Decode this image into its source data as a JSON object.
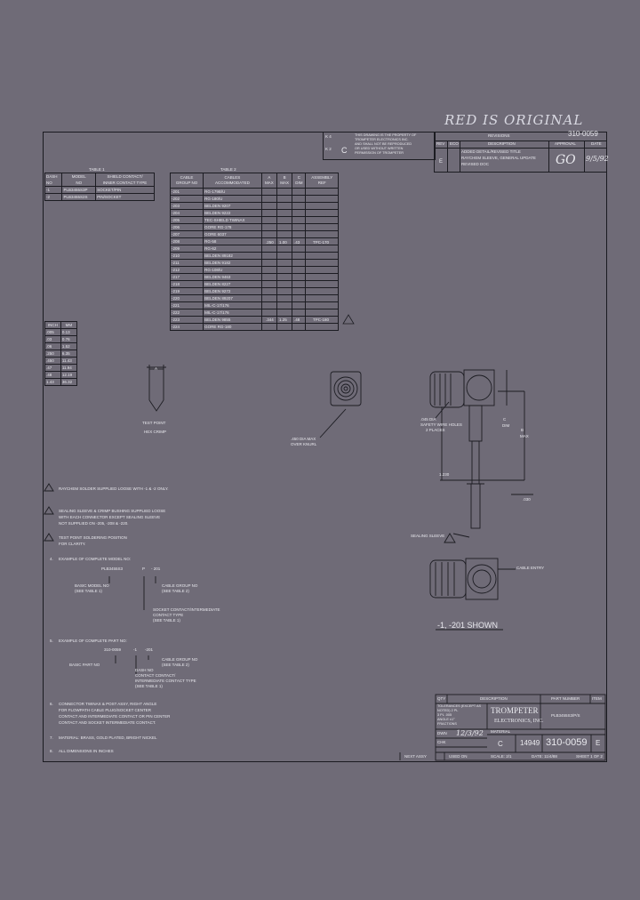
{
  "handwritten": {
    "note": "RED IS ORIGINAL",
    "initials": "GO",
    "date": "9/5/92"
  },
  "top_notes": {
    "rev_codes": [
      "K 4",
      "K 2"
    ],
    "text": [
      "THIS DRAWING IS THE PROPERTY OF",
      "TROMPETER ELECTRONICS INC.",
      "AND SHALL NOT BE REPRODUCED",
      "OR USED WITHOUT WRITTEN",
      "PERMISSION OF TROMPETER"
    ],
    "size_label": "C"
  },
  "revisions": {
    "title": "REVISIONS",
    "doc_number": "310-0059",
    "headers": [
      "REV",
      "ECO",
      "DESCRIPTION",
      "APPROVAL",
      "DATE"
    ],
    "rows": [
      {
        "rev": "E",
        "desc": [
          "ADDED DETAIL/REVISED TITLE",
          "RAYCHEM SLEEVE, GENERAL UPDATE",
          "REVISED DOC"
        ],
        "approval": "GO",
        "date": "9/5/92"
      }
    ]
  },
  "table1": {
    "title": "TABLE 1",
    "headers": [
      [
        "DASH",
        "NO"
      ],
      [
        "MODEL",
        "NO"
      ],
      [
        "SHIELD CONTACT/",
        "INNER CONTACT TYPE"
      ]
    ],
    "rows": [
      [
        "-1",
        "PLB3455S3P",
        "SOCKET/PIN"
      ],
      [
        "-2",
        "PLB3455S2S",
        "PIN/SOCKET"
      ]
    ]
  },
  "table2": {
    "title": "TABLE 2",
    "headers": [
      [
        "CABLE",
        "GROUP NO"
      ],
      [
        "CABLES",
        "ACCOMMODATED"
      ],
      [
        "A",
        "MAX"
      ],
      [
        "B",
        "MAX"
      ],
      [
        "C",
        "DIM"
      ],
      [
        "ASSEMBLY",
        "REF"
      ]
    ],
    "rows": [
      [
        "-201",
        "RG-179B/U",
        "",
        "",
        "",
        ""
      ],
      [
        "-202",
        "RG-180/U",
        "",
        "",
        "",
        ""
      ],
      [
        "-203",
        "BELDEN 9207",
        "",
        "",
        "",
        ""
      ],
      [
        "-204",
        "BELDEN 9222",
        "",
        "",
        "",
        ""
      ],
      [
        "-205",
        "TEC-SHIELD TWINAX",
        "",
        "",
        "",
        ""
      ],
      [
        "-206",
        "GORE RG-178",
        "",
        "",
        "",
        ""
      ],
      [
        "-207",
        "GORE 6037",
        "",
        "",
        "",
        ""
      ],
      [
        "-208",
        "RG-58",
        "",
        "",
        "",
        ""
      ],
      [
        "-209",
        "RG-62",
        "",
        "",
        "",
        ""
      ],
      [
        "-210",
        "BELDEN 89182",
        "",
        "",
        "",
        ""
      ],
      [
        "-211",
        "BELDEN 9182",
        "",
        "",
        "",
        ""
      ],
      [
        "-212",
        "RG-108/U",
        "",
        "",
        "",
        ""
      ],
      [
        "-217",
        "BELDEN 9463",
        "",
        "",
        "",
        ""
      ],
      [
        "-218",
        "BELDEN 8227",
        "",
        "",
        "",
        ""
      ],
      [
        "-219",
        "BELDEN 9272",
        "",
        "",
        "",
        ""
      ],
      [
        "-220",
        "BELDEN 89207",
        "",
        "",
        "",
        ""
      ],
      [
        "-221",
        "MIL-C-17/176",
        "",
        "",
        "",
        ""
      ],
      [
        "-222",
        "MIL-C-17/176",
        "",
        "",
        "",
        ""
      ],
      [
        "-223",
        "BELDEN 9855",
        "",
        "",
        "",
        ""
      ],
      [
        "-224",
        "GORE RG-180",
        "",
        "",
        "",
        ""
      ]
    ],
    "merged_values": {
      "a": ".250",
      "b": "1.00",
      "c": ".43",
      "ref": "TPC-170",
      "ref2": "TPC-180",
      "a2": ".344",
      "b2": "1.25",
      "c2": ".48"
    }
  },
  "conversion": {
    "headers": [
      "INCH",
      "MM"
    ],
    "rows": [
      [
        ".005",
        "0.13"
      ],
      [
        ".03",
        "0.76"
      ],
      [
        ".06",
        "1.52"
      ],
      [
        ".250",
        "6.35"
      ],
      [
        ".450",
        "11.43"
      ],
      [
        ".47",
        "11.94"
      ],
      [
        ".48",
        "12.19"
      ],
      [
        "1.43",
        "36.32"
      ]
    ]
  },
  "views": {
    "hex_label": [
      "TEST POINT",
      "HEX CRIMP"
    ],
    "a_label": "A",
    "dia_note": [
      ".450 DIA MAX",
      "OVER KNURL"
    ],
    "fill_holes": [
      ".045 DIA",
      "SAFETY WIRE HOLES",
      "2 PLACES"
    ],
    "dim_c": "C",
    "dim_c_unit": "DIM",
    "dim_b": "B",
    "dim_b_unit": "MAX",
    "dim_123": "1.230",
    "dim_030": ".030",
    "sealing_sleeve": "SEALING SLEEVE",
    "cable_entry": "CABLE ENTRY",
    "shown_label": "-1, -201 SHOWN"
  },
  "notes": {
    "n1": "RAYCHEM SOLDER SUPPLIED LOOSE WITH -1 & -2 ONLY.",
    "n2": [
      "SEALING SLEEVE & CRIMP BUSHING SUPPLIED LOOSE",
      "WITH EACH CONNECTOR EXCEPT SEALING SLEEVE",
      "NOT SUPPLIED ON -205, -208 & -220."
    ],
    "n3": [
      "TEST POINT SOLDERING POSITION",
      "FOR CLARITY."
    ],
    "n4_title": "EXAMPLE OF COMPLETE MODEL NO:",
    "n4_model": "PLB3455S3",
    "n4_model_p": "P",
    "n4_model_g": "- 201",
    "n4_basic": [
      "BASIC MODEL NO",
      "(SEE TABLE 1)"
    ],
    "n4_group": [
      "CABLE GROUP NO",
      "(SEE TABLE 2)"
    ],
    "n4_contact": [
      "SOCKET CONTACT/INTERMEDIATE",
      "CONTACT TYPE",
      "(SEE TABLE 1)"
    ],
    "n5_title": "EXAMPLE OF COMPLETE PART NO:",
    "n5_part": "310-0059",
    "n5_dash": "-1",
    "n5_grp": "-201",
    "n5_basic": "BASIC PART NO",
    "n5_group": [
      "CABLE GROUP NO",
      "(SEE TABLE 2)"
    ],
    "n5_dashno": [
      "DASH NO",
      "CONTACT CONTACT/",
      "INTERMEDIATE CONTACT TYPE",
      "(SEE TABLE 1)"
    ],
    "n6": [
      "CONNECTOR TWINAX & POST ASSY, RIGHT ANGLE",
      "FOR FLOWPATH CABLE PLUG/SOCKET CENTER",
      "CONTACT AND INTERMEDIATE CONTACT OR PIN CENTER",
      "CONTACT AND SOCKET INTERMEDIATE CONTACT."
    ],
    "n7": "MATERIAL: BRASS, GOLD PLATED, BRIGHT NICKEL",
    "n8": "ALL DIMENSIONS IN INCHES"
  },
  "title_block": {
    "qty": "QTY",
    "description_h": "DESCRIPTION",
    "part_h": "PART NUMBER",
    "item_h": "ITEM",
    "tolerances": [
      "TOLERANCES (EXCEPT AS",
      "NOTED) 2 PL",
      "3 PL .005",
      "ANGLE ±1°",
      "FRACTIONS"
    ],
    "company": [
      "TROMPETER",
      "ELECTRONICS, INC."
    ],
    "subtitle": "PLB3455S3/P/S",
    "drwn_h": "DWN",
    "drwn_date": "12/3/92",
    "drawn_name": "CHK",
    "material_h": "MATERIAL",
    "size": "C",
    "cage": "14949",
    "drawing_number": "310-0059",
    "rev": "E",
    "next_assy": "NEXT ASSY",
    "used_on": "USED ON",
    "scale": "SCALE: 2/1",
    "date": "DATE: 11/4/88",
    "sheet": "SHEET 1 OF 2"
  }
}
